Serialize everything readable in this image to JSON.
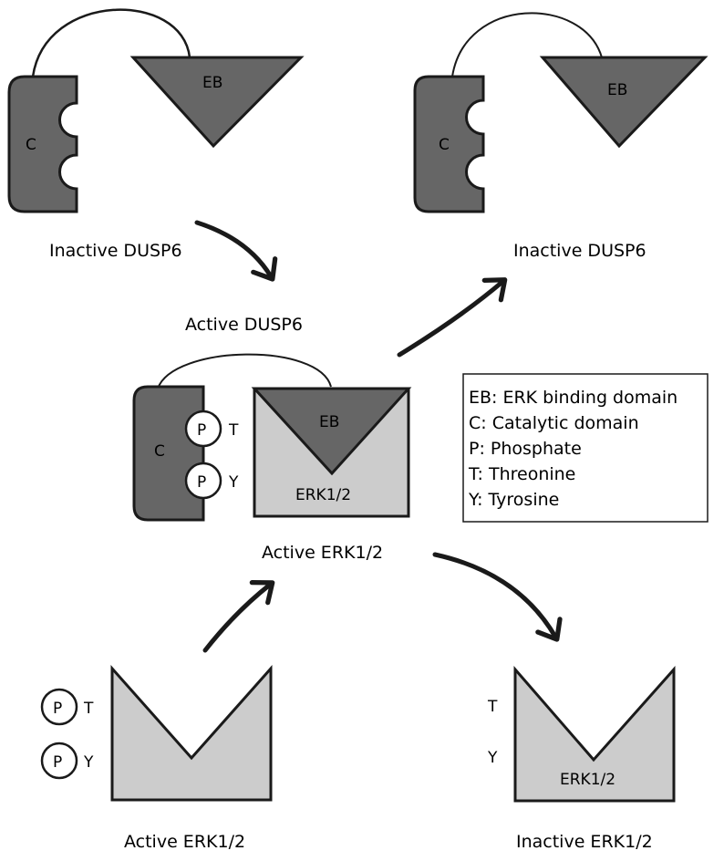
{
  "labels": {
    "inactive_dusp6_top_left": "Inactive DUSP6",
    "inactive_dusp6_top_right": "Inactive DUSP6",
    "active_dusp6": "Active DUSP6",
    "active_erk_middle": "Active ERK1/2",
    "active_erk_bottom": "Active ERK1/2",
    "inactive_erk_bottom": "Inactive ERK1/2"
  },
  "domains": {
    "eb": "EB",
    "c": "C",
    "p": "P",
    "t": "T",
    "y": "Y",
    "erk": "ERK1/2"
  },
  "legend": [
    "EB: ERK binding domain",
    "C: Catalytic domain",
    "P: Phosphate",
    "T: Threonine",
    "Y: Tyrosine"
  ],
  "colors": {
    "dark_domain": "#666666",
    "erk_fill": "#cccccc",
    "stroke": "#1a1a1a"
  }
}
